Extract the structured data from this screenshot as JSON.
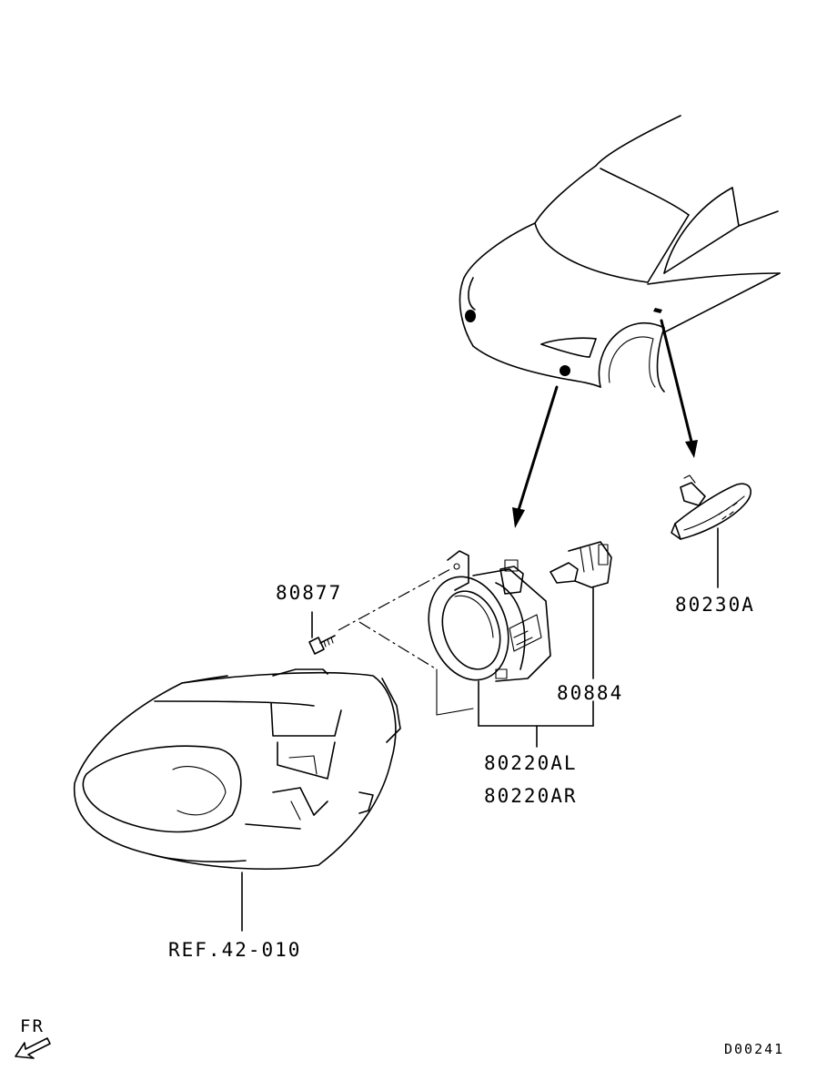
{
  "diagram": {
    "part_labels": {
      "screw": "80877",
      "side_turn_lamp": "80230A",
      "bulb": "80884",
      "fog_lamp_left": "80220AL",
      "fog_lamp_right": "80220AR",
      "bumper_ref": "REF.42-010"
    },
    "direction_indicator": "FR",
    "diagram_code": "D00241"
  }
}
